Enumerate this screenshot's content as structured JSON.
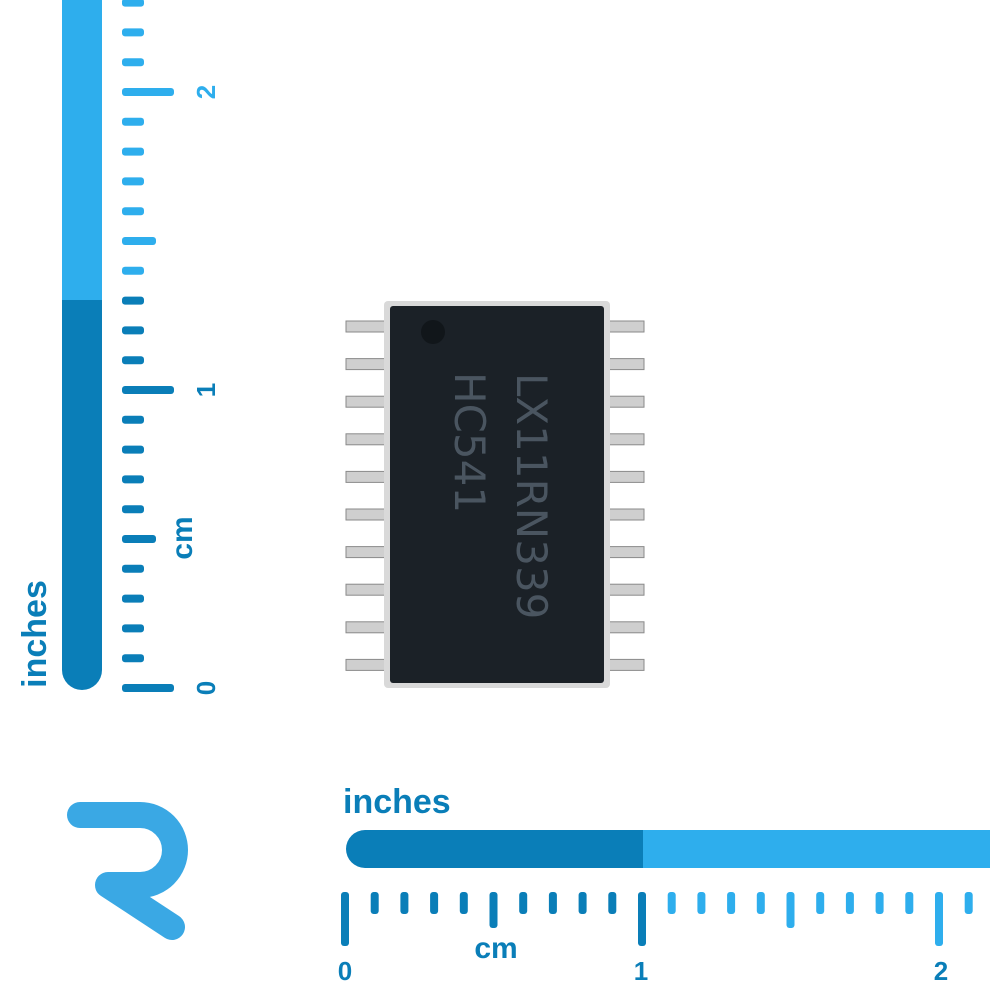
{
  "vertical_ruler": {
    "inches_label": "inches",
    "cm_label": "cm",
    "tick_labels": [
      "0",
      "1",
      "2"
    ],
    "colors": {
      "dark": "#0a7eb8",
      "light": "#2eaeed"
    }
  },
  "horizontal_ruler": {
    "inches_label": "inches",
    "cm_label": "cm",
    "tick_labels": [
      "0",
      "1",
      "2"
    ],
    "colors": {
      "dark": "#0a7eb8",
      "light": "#2eaeed"
    }
  },
  "logo": {
    "icon": "r-logo-icon",
    "color": "#3aa8e4"
  },
  "chip": {
    "marking_line1": "LX11RN339",
    "marking_line2": "HC541",
    "pins_per_side": 10,
    "body_color": "#1b2127",
    "marking_color": "#4a5560"
  }
}
